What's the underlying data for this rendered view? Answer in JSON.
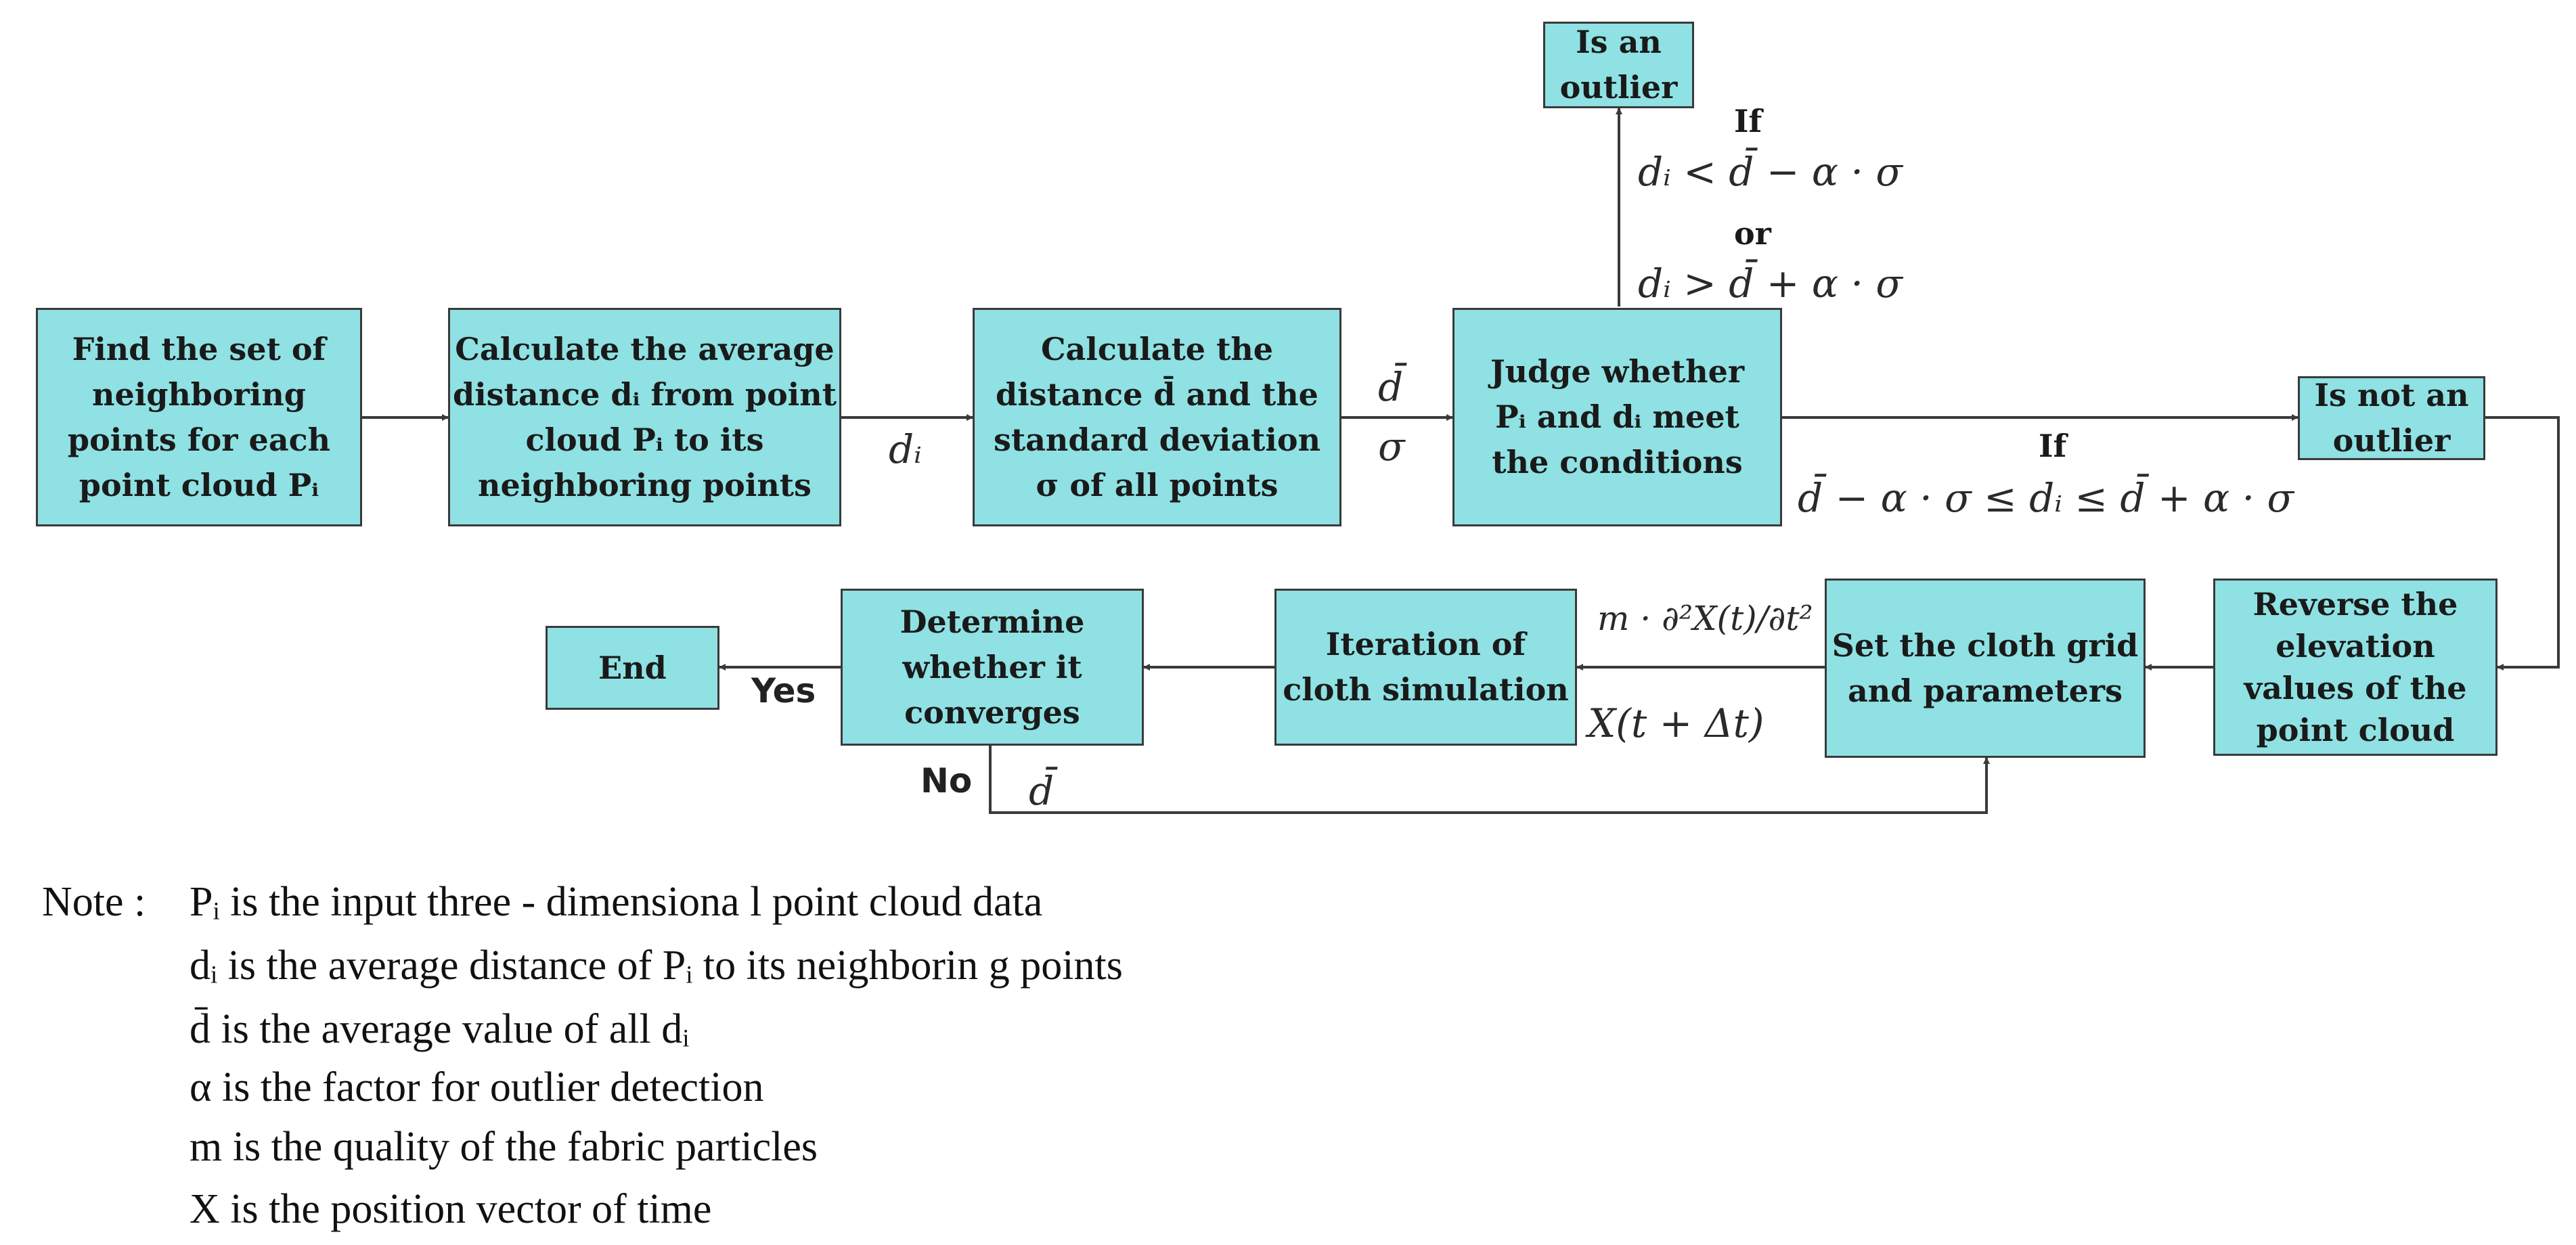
{
  "nodes": {
    "find": [
      "Find the set of",
      "neighboring",
      "points for each",
      "point cloud Pᵢ"
    ],
    "avg": [
      "Calculate the average",
      "distance dᵢ from point",
      "cloud Pᵢ to its",
      "neighboring points"
    ],
    "std": [
      "Calculate the",
      "distance d̄ and the",
      "standard deviation",
      "σ of all points"
    ],
    "judge": [
      "Judge whether",
      "Pᵢ and dᵢ meet",
      "the conditions"
    ],
    "outlier": [
      "Is an",
      "outlier"
    ],
    "not_outlier": [
      "Is not an",
      "outlier"
    ],
    "reverse": [
      "Reverse the",
      "elevation",
      "values of the",
      "point cloud"
    ],
    "cloth": [
      "Set the cloth grid",
      "and parameters"
    ],
    "iter": [
      "Iteration of",
      "cloth simulation"
    ],
    "converge": [
      "Determine",
      "whether it",
      "converges"
    ],
    "end": [
      "End"
    ]
  },
  "edge_labels": {
    "di": "dᵢ",
    "dbar": "d̄",
    "sigma": "σ",
    "if_outlier": "If",
    "cond_lower": "dᵢ < d̄ − α · σ",
    "or": "or",
    "cond_upper": "dᵢ > d̄ + α · σ",
    "if_inlier": "If",
    "cond_range": "d̄ − α · σ ≤ dᵢ ≤ d̄ + α · σ",
    "force": "m · ∂²X(t)/∂t²",
    "position": "X(t + Δt)",
    "yes": "Yes",
    "no": "No",
    "dbar_feedback": "d̄"
  },
  "note": {
    "heading": "Note :",
    "lines": [
      "Pᵢ is the input three - dimensiona l point cloud data",
      "dᵢ is the average distance of Pᵢ to its neighborin g points",
      "d̄ is the average value of all dᵢ",
      "α is the factor for outlier detection",
      "m is the quality of the fabric particles",
      "X is the position vector of time"
    ]
  },
  "colors": {
    "box_fill": "#8fe1e3",
    "box_border": "#3a3a3a",
    "line": "#3a3a3a"
  }
}
